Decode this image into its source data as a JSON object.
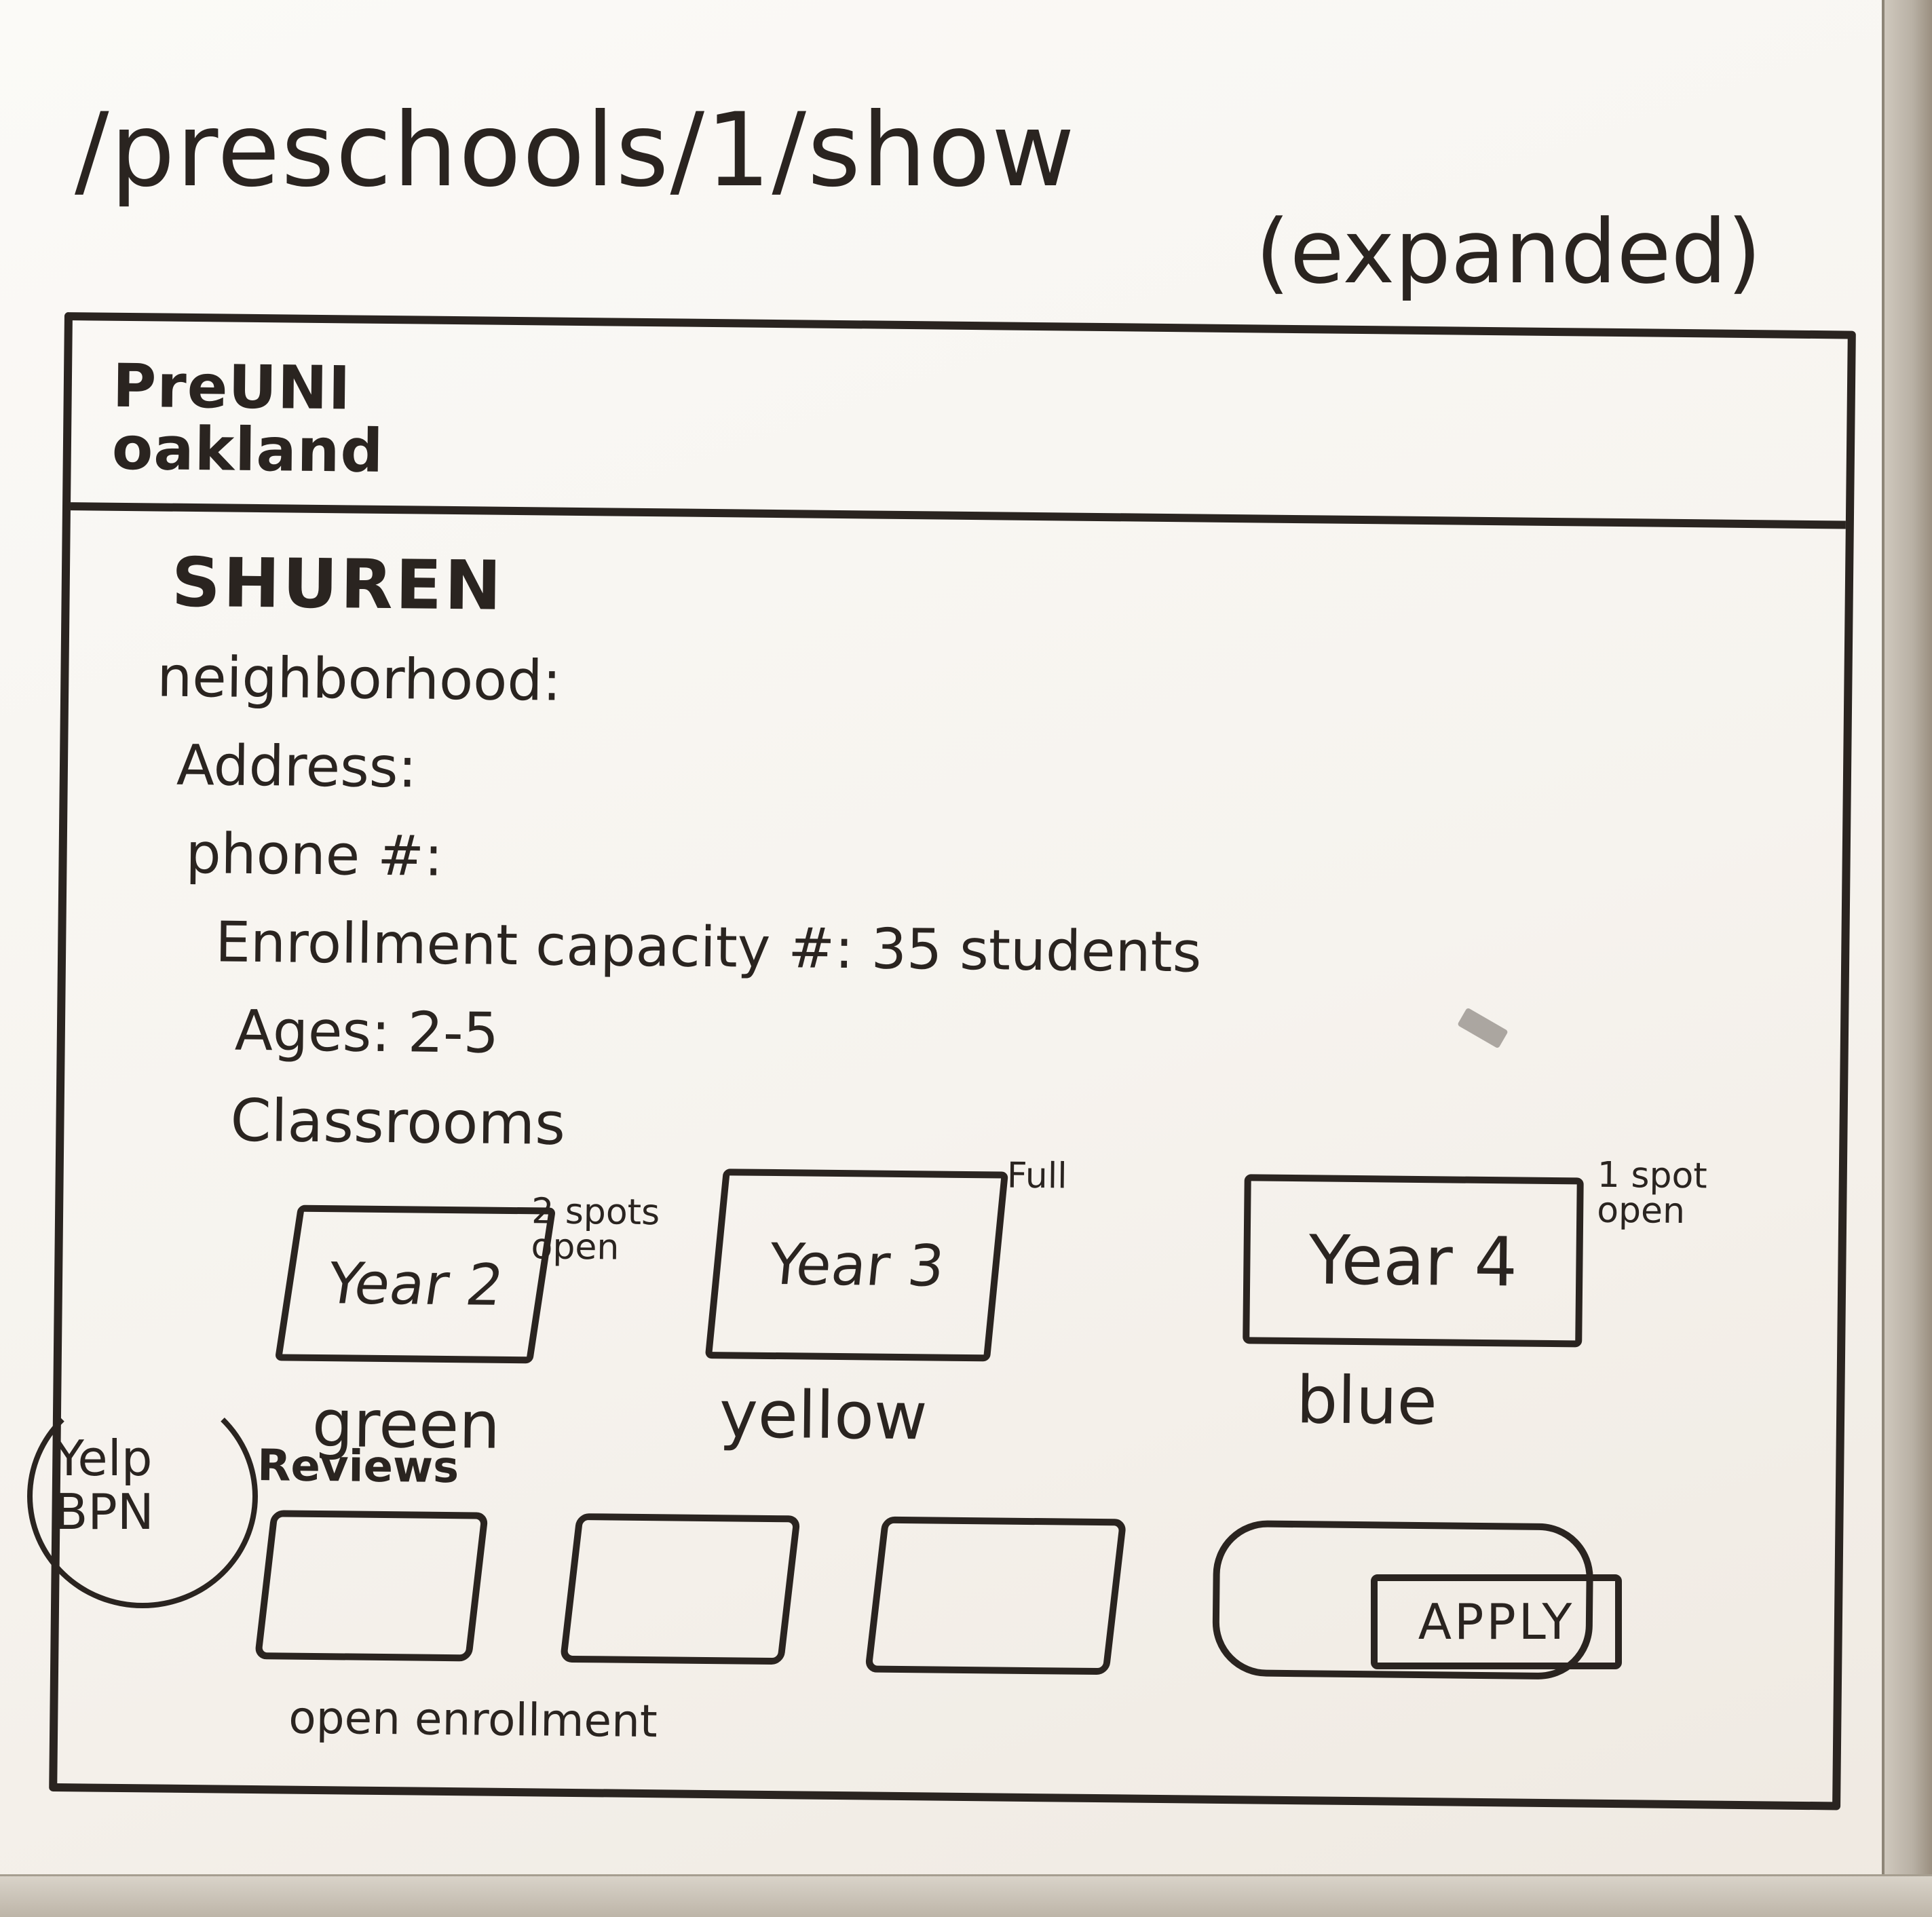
{
  "sketch": {
    "route": "/preschools/1/show",
    "state_note": "(expanded)"
  },
  "header": {
    "brand_line1": "PreUNI",
    "brand_line2": "oakland"
  },
  "school": {
    "name": "SHUREN",
    "neighborhood_label": "neighborhood:",
    "address_label": "Address:",
    "phone_label": "phone #:",
    "capacity": "Enrollment capacity #: 35 students",
    "ages": "Ages: 2-5"
  },
  "classrooms": {
    "label": "Classrooms",
    "items": [
      {
        "title": "Year 2",
        "status": "2 spots open",
        "color": "green"
      },
      {
        "title": "Year 3",
        "status": "Full",
        "color": "yellow"
      },
      {
        "title": "Year 4",
        "status": "1 spot open",
        "color": "blue"
      }
    ]
  },
  "reviews": {
    "label": "Reviews",
    "source_note": {
      "line1": "Yelp",
      "line2": "BPN"
    }
  },
  "enrollment": {
    "label": "open enrollment",
    "apply_label": "APPLY"
  }
}
